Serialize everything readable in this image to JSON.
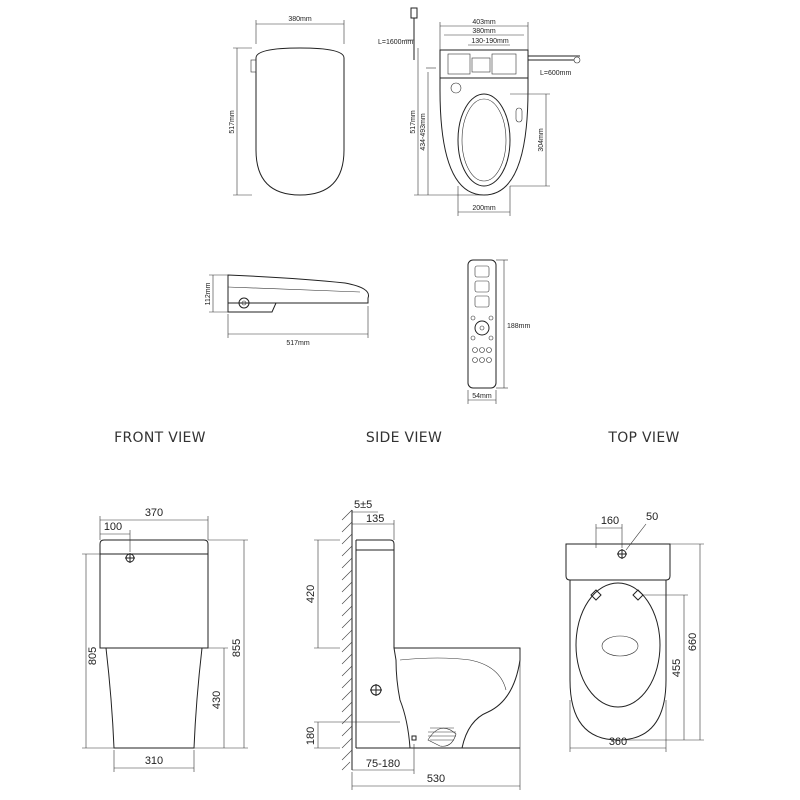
{
  "views": {
    "front_title": "FRONT VIEW",
    "side_title": "SIDE VIEW",
    "top_title": "TOP VIEW"
  },
  "seat_top": {
    "lid_width": "380mm",
    "lid_length": "517mm",
    "cable": "L=1600mm",
    "width_total": "403mm",
    "width_inner": "380mm",
    "width_range": "130-190mm",
    "hose": "L=600mm",
    "length_total": "517mm",
    "length_range": "434-493mm",
    "opening_length": "304mm",
    "opening_width": "200mm"
  },
  "seat_side": {
    "height": "112mm",
    "length": "517mm"
  },
  "remote": {
    "height": "188mm",
    "width": "54mm"
  },
  "toilet_front": {
    "width_top": "370",
    "inlet_offset": "100",
    "height_total": "805",
    "height_outer": "855",
    "pan_height": "430",
    "base_width": "310"
  },
  "toilet_side": {
    "wall_gap": "5±5",
    "cistern_depth": "135",
    "cistern_height": "420",
    "outlet_height": "180",
    "setout": "75-180",
    "depth": "530"
  },
  "toilet_top": {
    "fix_spacing": "160",
    "fix_hole": "50",
    "length": "660",
    "bowl_length": "455",
    "width": "360"
  }
}
